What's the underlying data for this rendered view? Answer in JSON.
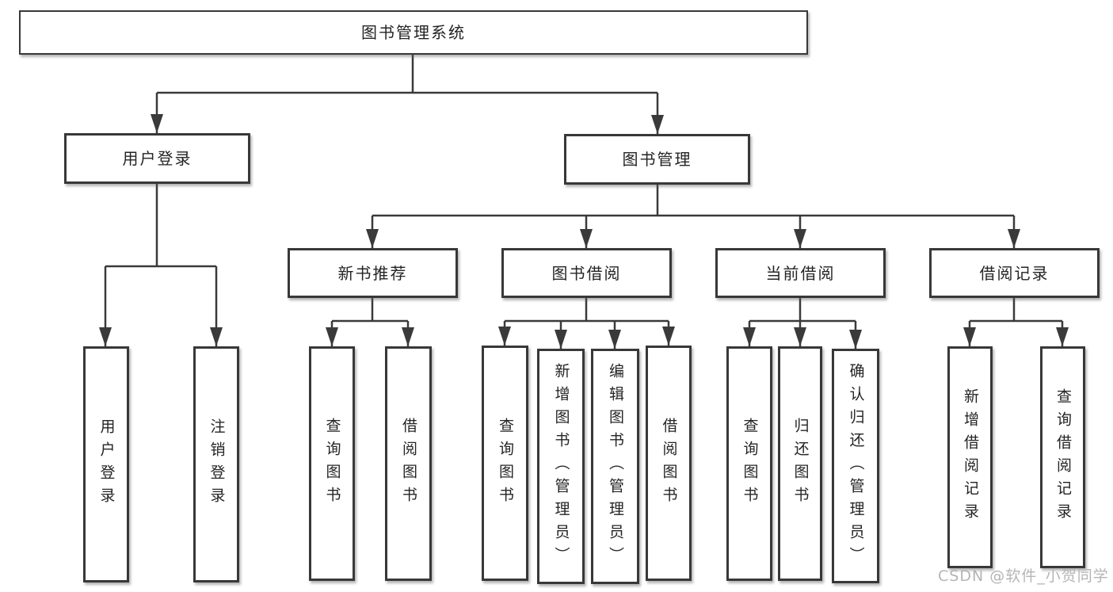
{
  "nodes": {
    "root": "图书管理系统",
    "level2": {
      "user_login": "用户登录",
      "book_management": "图书管理"
    },
    "level3": {
      "new_book": "新书推荐",
      "book_borrow": "图书借阅",
      "current_borrow": "当前借阅",
      "borrow_record": "借阅记录"
    },
    "leaves": {
      "user": [
        "用户登录",
        "注销登录"
      ],
      "new_book": [
        "查询图书",
        "借阅图书"
      ],
      "book_borrow": [
        "查询图书",
        "新增图书（管理员）",
        "编辑图书（管理员）",
        "借阅图书"
      ],
      "current_borrow": [
        "查询图书",
        "归还图书",
        "确认归还（管理员）"
      ],
      "borrow_record": [
        "新增借阅记录",
        "查询借阅记录"
      ]
    }
  },
  "watermark": "CSDN @软件_小贺同学",
  "colors": {
    "line": "#3a3a3a",
    "box_border": "#383838",
    "text": "#242424",
    "watermark": "#b5b5b5",
    "background": "#ffffff"
  }
}
